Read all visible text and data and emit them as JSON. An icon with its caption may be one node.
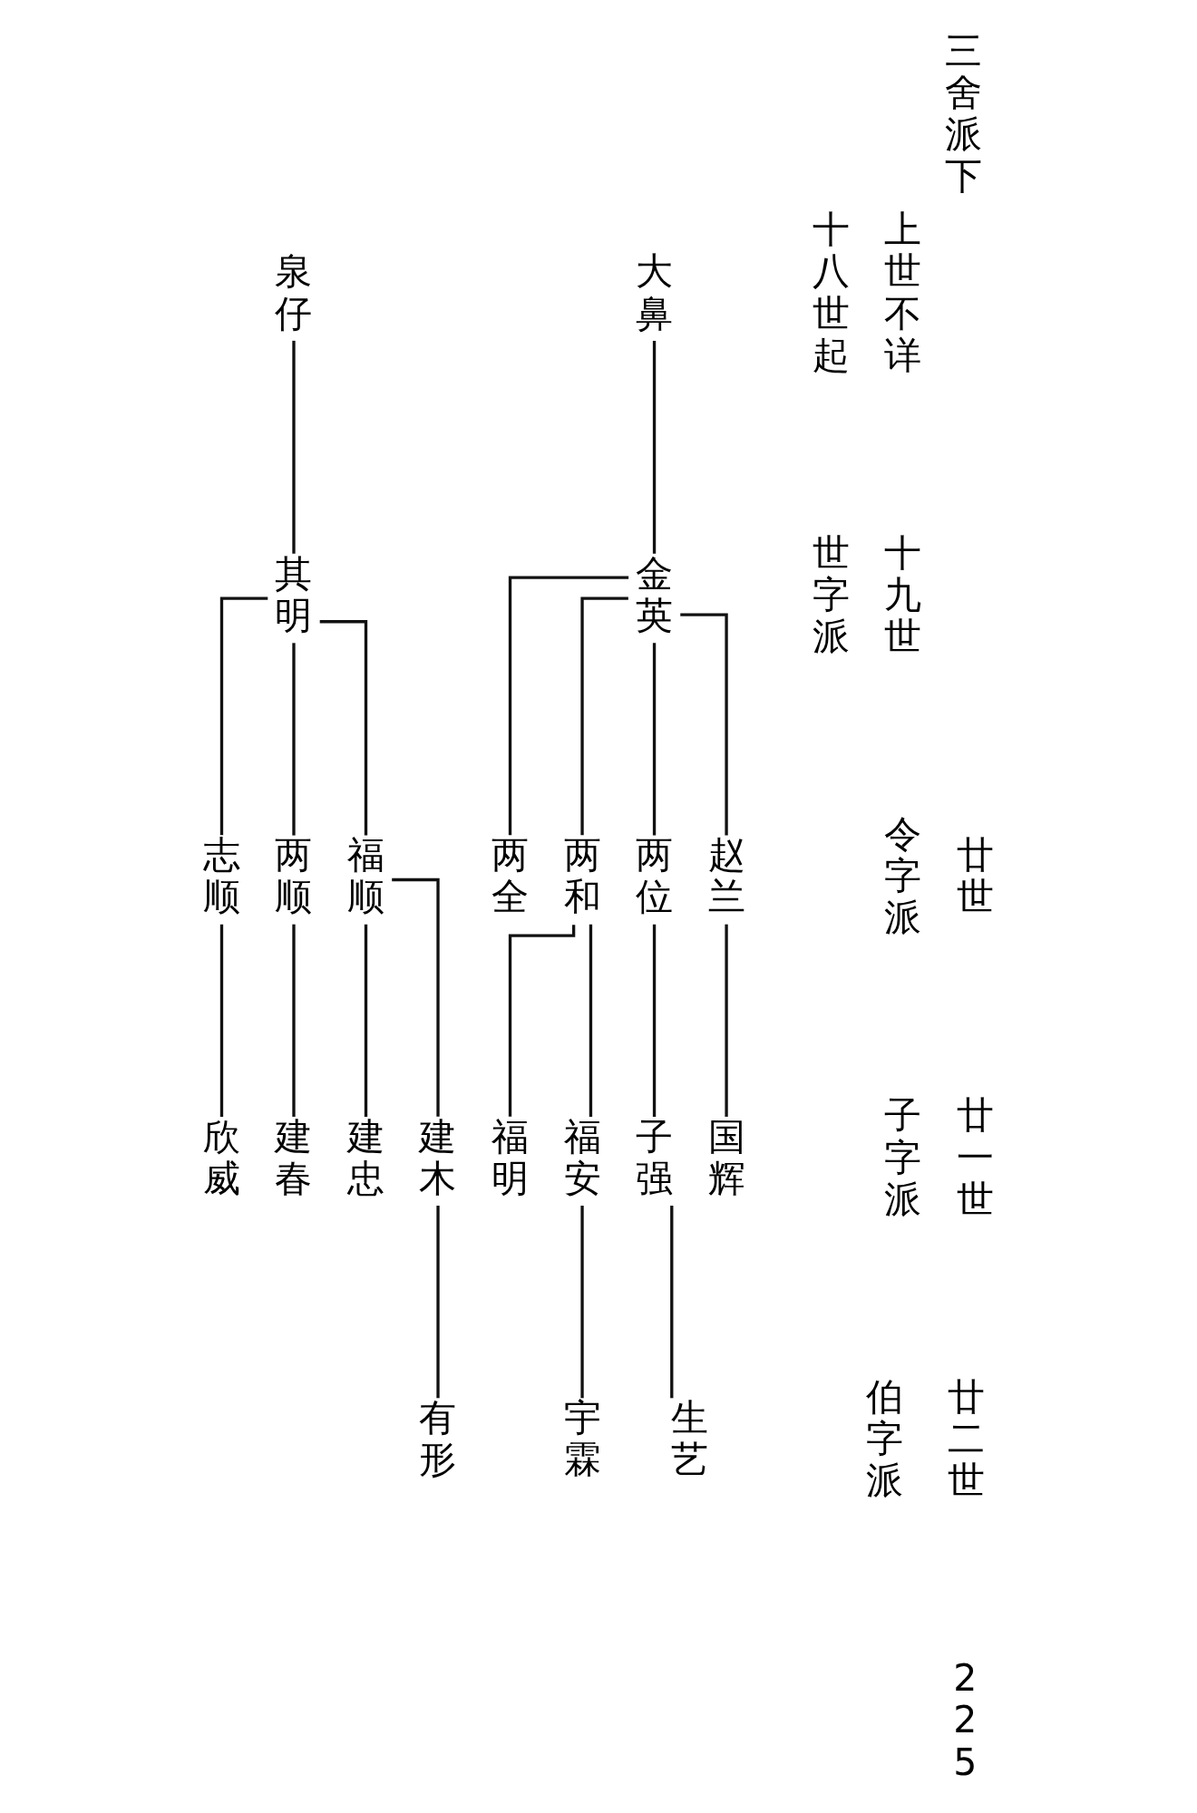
{
  "diagram": {
    "title": "三舍派下",
    "nodes": [
      {
        "text": [
          "泉仔"
        ]
      },
      {
        "text": [
          "大鼻"
        ]
      },
      {
        "text": [
          "其明"
        ]
      },
      {
        "text": [
          "金英"
        ]
      },
      {
        "text": [
          "志顺"
        ]
      },
      {
        "text": [
          "两顺"
        ]
      },
      {
        "text": [
          "福顺"
        ]
      },
      {
        "text": [
          "两全"
        ]
      },
      {
        "text": [
          "两和"
        ]
      },
      {
        "text": [
          "两位"
        ]
      },
      {
        "text": [
          "赵兰"
        ]
      },
      {
        "text": [
          "欣威"
        ]
      },
      {
        "text": [
          "建春"
        ]
      },
      {
        "text": [
          "建忠"
        ]
      },
      {
        "text": [
          "建木"
        ]
      },
      {
        "text": [
          "福明"
        ]
      },
      {
        "text": [
          "福安"
        ]
      },
      {
        "text": [
          "子强"
        ]
      },
      {
        "text": [
          "国辉"
        ]
      },
      {
        "text": [
          "有形"
        ]
      },
      {
        "text": [
          "宇霖"
        ]
      },
      {
        "text": [
          "生艺"
        ]
      }
    ],
    "edges": [
      {
        "from": 0,
        "to": 2,
        "arrow": "none"
      },
      {
        "from": 1,
        "to": 3,
        "arrow": "none"
      },
      {
        "from": 2,
        "to": 4,
        "arrow": "none"
      },
      {
        "from": 2,
        "to": 5,
        "arrow": "none"
      },
      {
        "from": 2,
        "to": 6,
        "arrow": "none"
      },
      {
        "from": 3,
        "to": 7,
        "arrow": "none"
      },
      {
        "from": 3,
        "to": 8,
        "arrow": "none"
      },
      {
        "from": 3,
        "to": 9,
        "arrow": "none"
      },
      {
        "from": 3,
        "to": 10,
        "arrow": "none"
      },
      {
        "from": 4,
        "to": 11,
        "arrow": "none"
      },
      {
        "from": 5,
        "to": 12,
        "arrow": "none"
      },
      {
        "from": 6,
        "to": 13,
        "arrow": "none"
      },
      {
        "from": 6,
        "to": 14,
        "arrow": "none"
      },
      {
        "from": 8,
        "to": 15,
        "arrow": "none"
      },
      {
        "from": 8,
        "to": 16,
        "arrow": "none"
      },
      {
        "from": 9,
        "to": 17,
        "arrow": "none"
      },
      {
        "from": 10,
        "to": 18,
        "arrow": "none"
      },
      {
        "from": 14,
        "to": 19,
        "arrow": "none"
      },
      {
        "from": 16,
        "to": 20,
        "arrow": "none"
      },
      {
        "from": 17,
        "to": 21,
        "arrow": "none"
      }
    ],
    "labels": [
      "上世不详",
      "十八世起",
      "十九世",
      "世字派",
      "廿世",
      "令字派",
      "廿一世",
      "子字派",
      "廿二世",
      "伯字派",
      "225"
    ]
  }
}
